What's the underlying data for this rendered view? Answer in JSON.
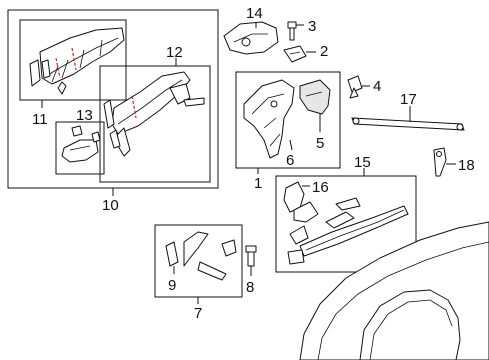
{
  "callouts": {
    "c1": "1",
    "c2": "2",
    "c3": "3",
    "c4": "4",
    "c5": "5",
    "c6": "6",
    "c7": "7",
    "c8": "8",
    "c9": "9",
    "c10": "10",
    "c11": "11",
    "c12": "12",
    "c13": "13",
    "c14": "14",
    "c15": "15",
    "c16": "16",
    "c17": "17",
    "c18": "18"
  },
  "colors": {
    "line": "#111111",
    "cut_line": "#d0201c",
    "background": "#ffffff"
  }
}
